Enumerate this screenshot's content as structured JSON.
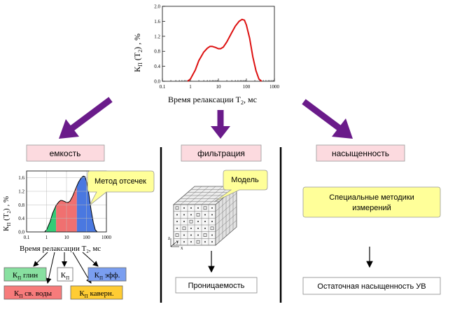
{
  "top_chart": {
    "y_label": "К",
    "y_label_sub": "П",
    "y_label_rest": " (Т",
    "y_label_sub2": "2",
    "y_label_end": ") , %",
    "x_label": "Время релаксации Т",
    "x_label_sub": "2",
    "x_label_end": ", мс",
    "y_ticks": [
      "0.0",
      "0.4",
      "0.8",
      "1.2",
      "1.6",
      "2.0"
    ],
    "x_ticks": [
      "0.1",
      "1",
      "10",
      "100",
      "1000"
    ]
  },
  "chart_data": {
    "type": "line",
    "xscale": "log",
    "xlim": [
      0.1,
      1000
    ],
    "ylim": [
      0,
      2.0
    ],
    "x": [
      0.8,
      1.0,
      1.5,
      2.0,
      3.0,
      4.0,
      5.0,
      6.0,
      8.0,
      10,
      12,
      15,
      20,
      30,
      40,
      55,
      70,
      85,
      100,
      130,
      170,
      220,
      280,
      350
    ],
    "y": [
      0.0,
      0.06,
      0.3,
      0.55,
      0.78,
      0.88,
      0.93,
      0.93,
      0.9,
      0.87,
      0.87,
      0.91,
      1.05,
      1.3,
      1.47,
      1.6,
      1.65,
      1.63,
      1.5,
      1.15,
      0.65,
      0.28,
      0.06,
      0.0
    ],
    "line_color": "#dd1111"
  },
  "sections": {
    "capacity": {
      "label": "емкость"
    },
    "filtration": {
      "label": "фильтрация"
    },
    "saturation": {
      "label": "насыщенность"
    }
  },
  "small_chart": {
    "y_label": "К",
    "y_label_sub": "П",
    "y_label_rest": " (Т",
    "y_label_sub2": "2",
    "y_label_end": ") , %",
    "x_label": "Время релаксации Т",
    "x_label_sub": "2",
    "x_label_end": ", мс",
    "y_ticks": [
      "0.0",
      "0.4",
      "0.8",
      "1.2",
      "1.6"
    ],
    "x_ticks": [
      "0.1",
      "1",
      "10",
      "100",
      "1000"
    ],
    "colors": {
      "clay": "#33cc77",
      "bound": "#f07070",
      "effective": "#4a78e0"
    }
  },
  "callouts": {
    "cutoff": "Метод отсечек",
    "model": "Модель"
  },
  "legend_boxes": {
    "clay": {
      "main": "К",
      "sub": "П",
      "rest": " глин",
      "color": "#88e0a0"
    },
    "bound": {
      "main": "К",
      "sub": "П",
      "rest": " св. воды",
      "color": "#f77b7b"
    },
    "kp": {
      "main": "К",
      "sub": "П",
      "rest": "",
      "color": "#ffffff"
    },
    "effective": {
      "main": "К",
      "sub": "П",
      "rest": " эфф.",
      "color": "#7a9ef0"
    },
    "cavern": {
      "main": "К",
      "sub": "П",
      "rest": " каверн.",
      "color": "#ffcc33"
    }
  },
  "cube": {
    "axis_z": "z",
    "axis_y": "y",
    "axis_x": "x"
  },
  "results": {
    "permeability": "Проницаемость",
    "special_methods_line1": "Специальные методики",
    "special_methods_line2": "измерений",
    "residual": "Остаточная насыщенность УВ"
  }
}
